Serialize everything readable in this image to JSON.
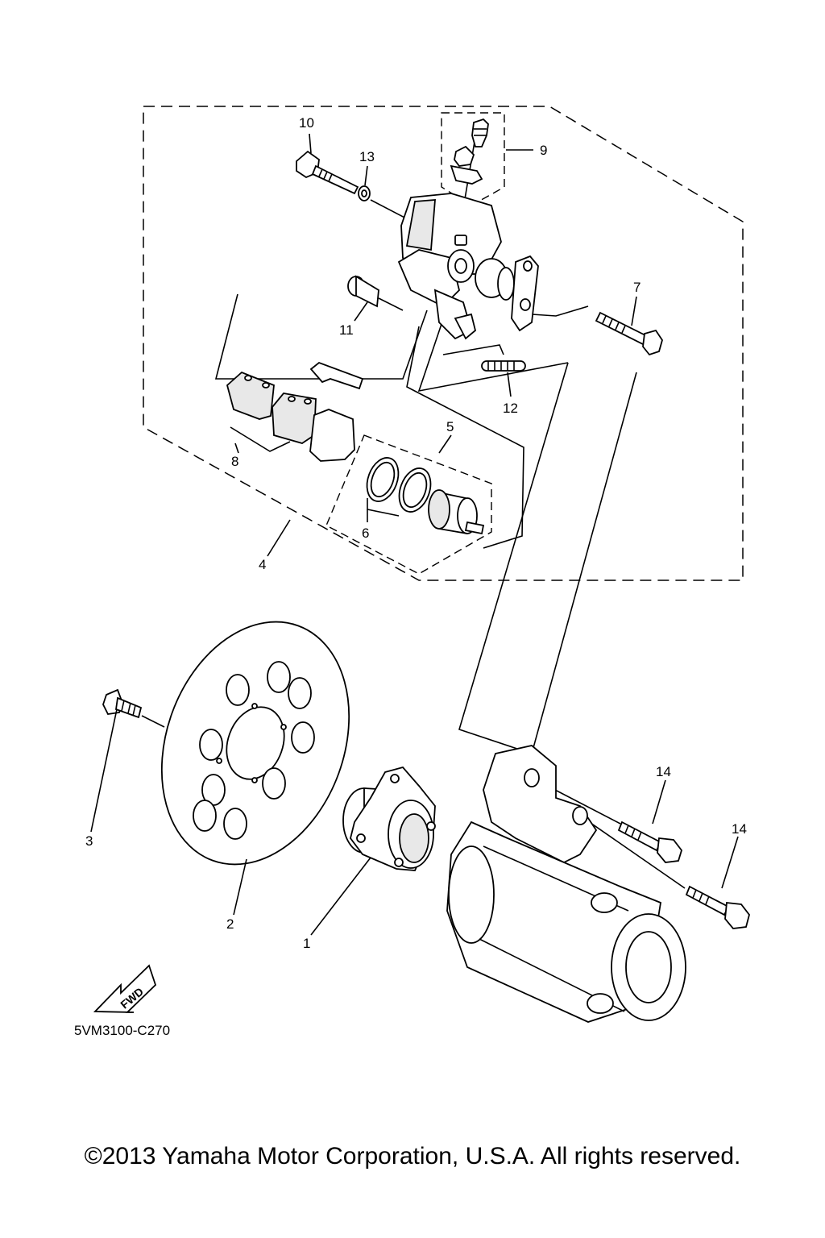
{
  "callouts": [
    {
      "id": "c10",
      "label": "10"
    },
    {
      "id": "c13",
      "label": "13"
    },
    {
      "id": "c9",
      "label": "9"
    },
    {
      "id": "c7",
      "label": "7"
    },
    {
      "id": "c11",
      "label": "11"
    },
    {
      "id": "c12",
      "label": "12"
    },
    {
      "id": "c5",
      "label": "5"
    },
    {
      "id": "c8",
      "label": "8"
    },
    {
      "id": "c6",
      "label": "6"
    },
    {
      "id": "c4",
      "label": "4"
    },
    {
      "id": "c3",
      "label": "3"
    },
    {
      "id": "c2",
      "label": "2"
    },
    {
      "id": "c1",
      "label": "1"
    },
    {
      "id": "c14a",
      "label": "14"
    },
    {
      "id": "c14b",
      "label": "14"
    }
  ],
  "diagram_code": "5VM3100-C270",
  "fwd_label": "FWD",
  "copyright": "©2013 Yamaha Motor Corporation, U.S.A. All rights reserved."
}
